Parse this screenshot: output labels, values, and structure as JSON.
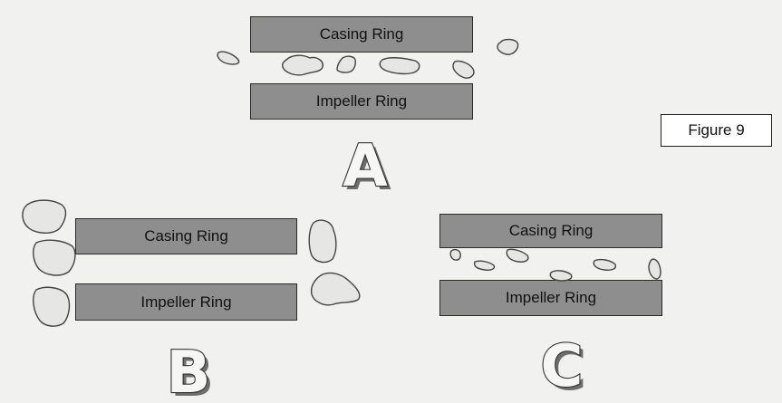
{
  "figure_label": "Figure 9",
  "panels": [
    {
      "letter": "A",
      "casing_label": "Casing Ring",
      "impeller_label": "Impeller Ring"
    },
    {
      "letter": "B",
      "casing_label": "Casing Ring",
      "impeller_label": "Impeller Ring"
    },
    {
      "letter": "C",
      "casing_label": "Casing Ring",
      "impeller_label": "Impeller Ring"
    }
  ],
  "colors": {
    "ring_fill": "#8e8e8e",
    "particle_fill": "#e6e6e4",
    "background": "#f1f1ef"
  },
  "icons": {
    "particles": "debris-particle-icon"
  }
}
